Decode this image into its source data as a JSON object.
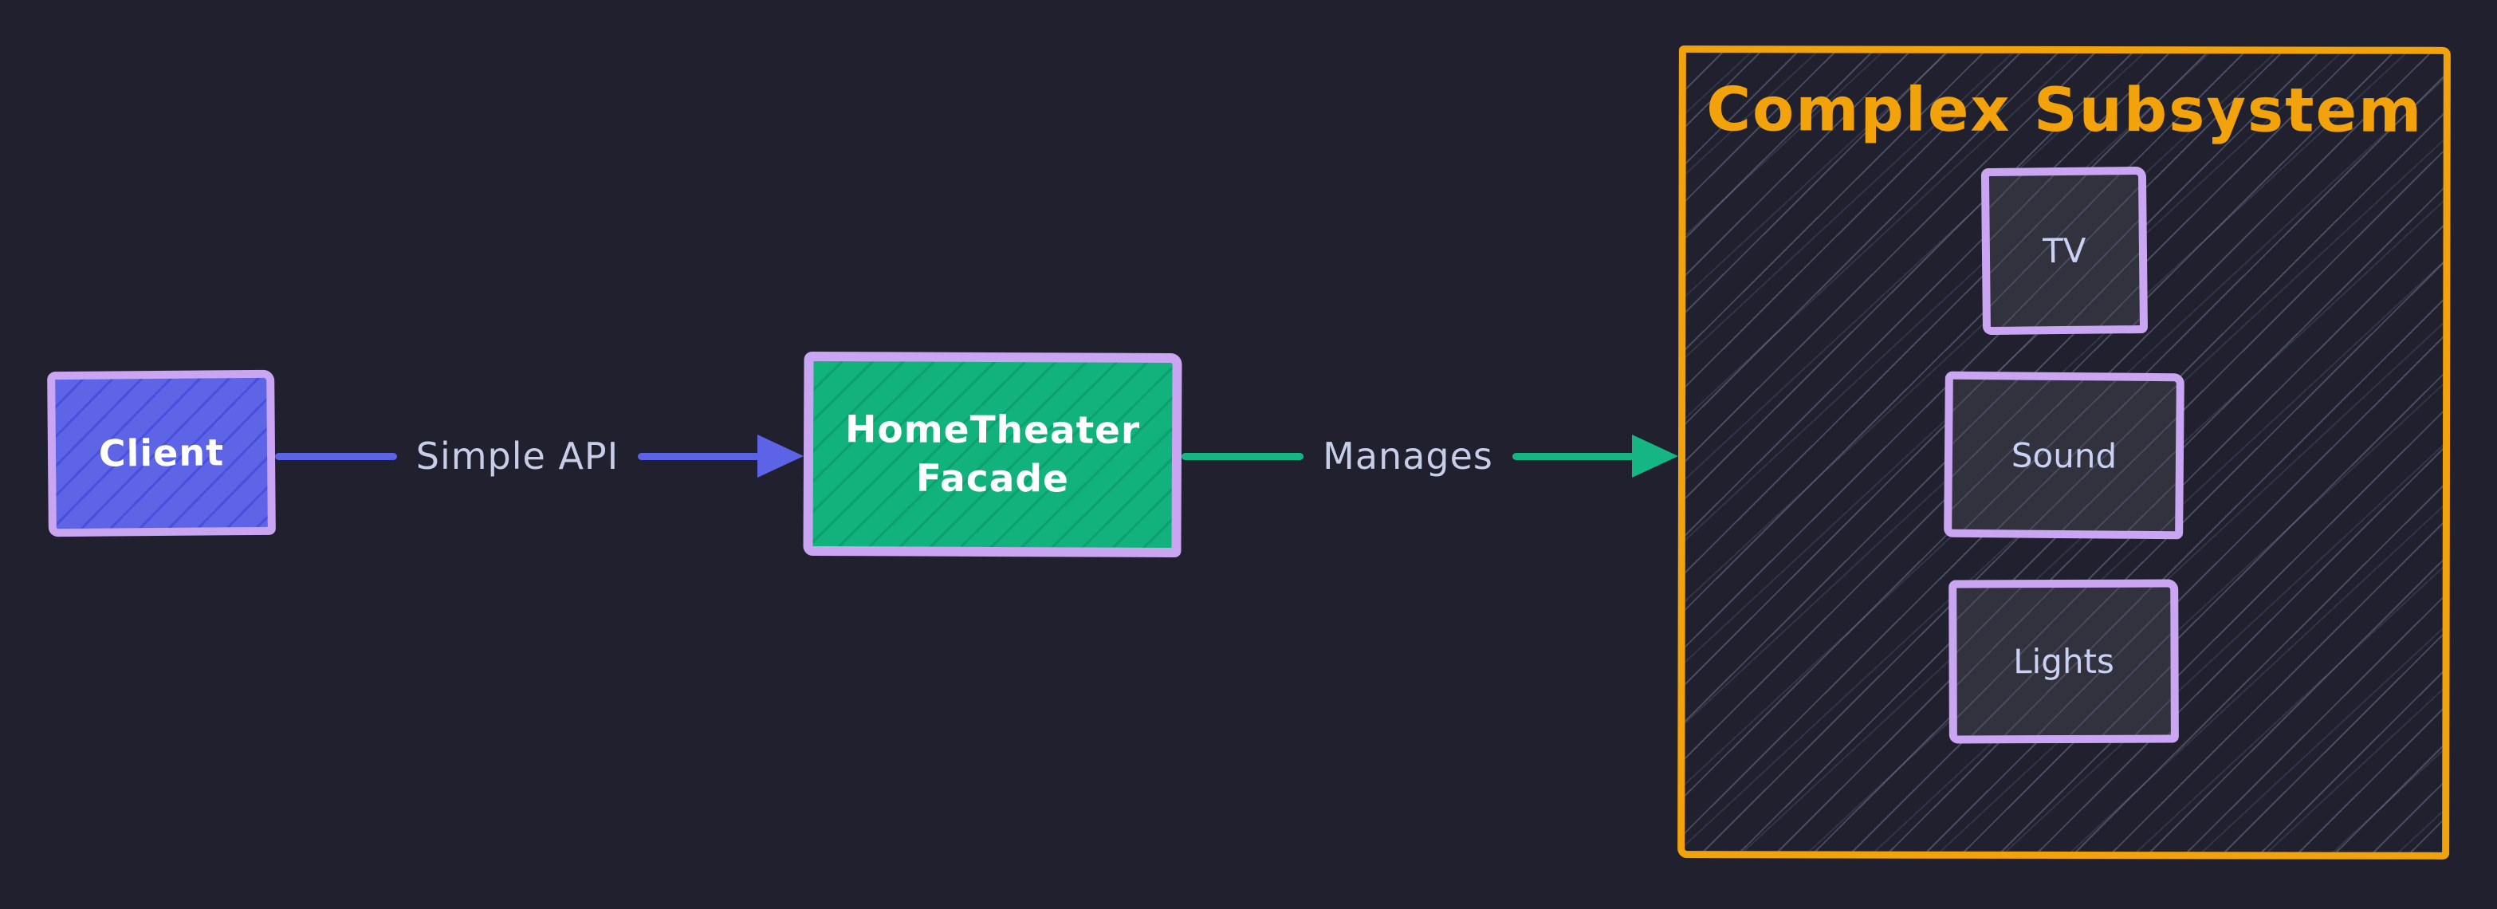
{
  "diagram": {
    "client": {
      "label": "Client"
    },
    "simple_api_edge": {
      "label": "Simple API"
    },
    "facade": {
      "label": "HomeTheater\nFacade"
    },
    "manages_edge": {
      "label": "Manages"
    },
    "subsystem": {
      "title": "Complex Subsystem",
      "components": [
        {
          "label": "TV"
        },
        {
          "label": "Sound"
        },
        {
          "label": "Lights"
        }
      ]
    }
  },
  "colors": {
    "background": "#20202e",
    "lavender": "#c9a5f2",
    "client_fill": "#5e64e6",
    "blue_arrow": "#5c63e6",
    "facade_fill": "#12b27d",
    "green_arrow": "#16b584",
    "orange": "#f2a30c",
    "edge_label": "#c8cde8",
    "component_fill": "#32323e",
    "component_text": "#c9d2f5",
    "white_text": "#ffffff"
  }
}
